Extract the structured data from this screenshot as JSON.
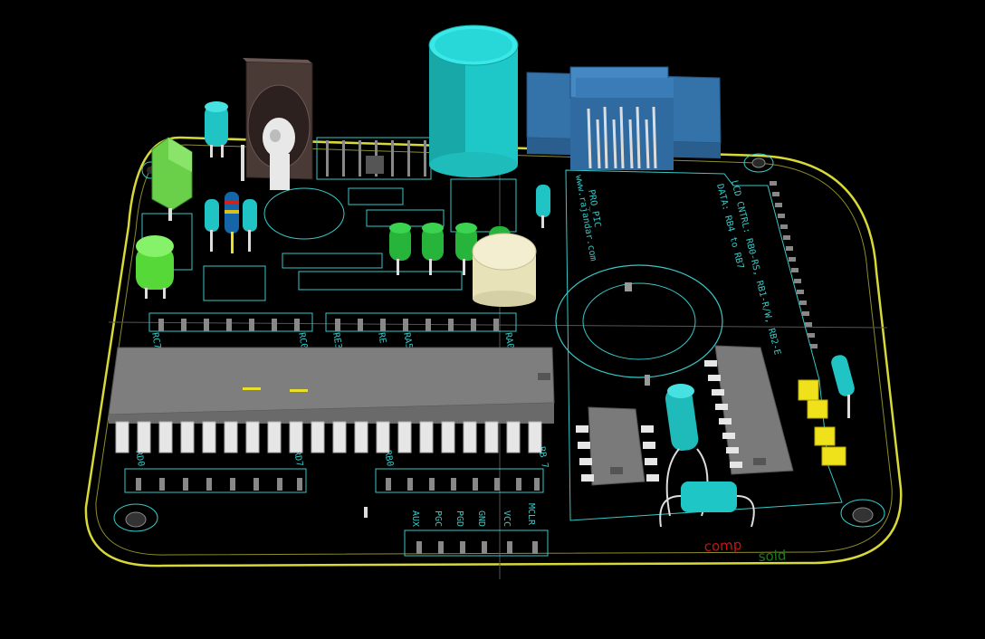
{
  "viewer": {
    "colors": {
      "background": "#000000",
      "board_outline": "#e4e43a",
      "silkscreen": "#38c8c8",
      "ic_body": "#7d7d7d",
      "pin": "#dcdcdc",
      "capacitor_big": "#22d6d6",
      "connector_db9": "#3a78b4",
      "led_green": "#4fd24f",
      "led_yellow": "#f0e21a",
      "comp_label": "#d01010",
      "sold_label": "#1e7a1e"
    },
    "layer_labels": {
      "comp": "comp",
      "sold": "sold"
    }
  },
  "silkscreen": {
    "lcd_title": "LCD CNTRL: RB0-RS, RB1-R/W, RB2-E",
    "lcd_data": "DATA: RB4 to RB7",
    "board_name": "PRO_PIC",
    "board_url": "www.rajandar.com",
    "port_labels": [
      "RC7",
      "RC0",
      "RE3",
      "RE 0",
      "RA5",
      "RA0",
      "RD0",
      "RD7",
      "RB0",
      "RB 7"
    ],
    "header_labels": [
      "AUX",
      "PGC",
      "PGD",
      "GND",
      "VCC",
      "MCLR"
    ]
  }
}
